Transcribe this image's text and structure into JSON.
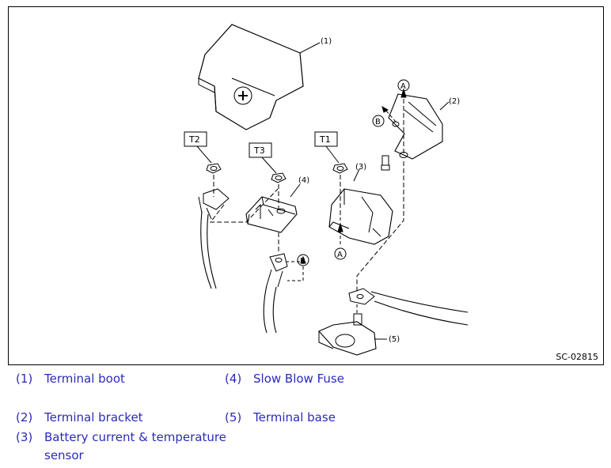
{
  "diagram": {
    "code": "SC-02815",
    "callouts": [
      "(1)",
      "(2)",
      "(3)",
      "(4)",
      "(5)"
    ],
    "torque_tags": [
      "T1",
      "T2",
      "T3"
    ],
    "markers": {
      "A": "A",
      "B": "B"
    }
  },
  "legend": [
    {
      "num": "(1)",
      "text": "Terminal boot"
    },
    {
      "num": "(2)",
      "text": "Terminal bracket"
    },
    {
      "num": "(3)",
      "text": "Battery current & temperature sensor"
    },
    {
      "num": "(4)",
      "text": "Slow Blow Fuse"
    },
    {
      "num": "(5)",
      "text": "Terminal base"
    }
  ],
  "colors": {
    "legend_text": "#2b2bb8",
    "line": "#000000"
  }
}
